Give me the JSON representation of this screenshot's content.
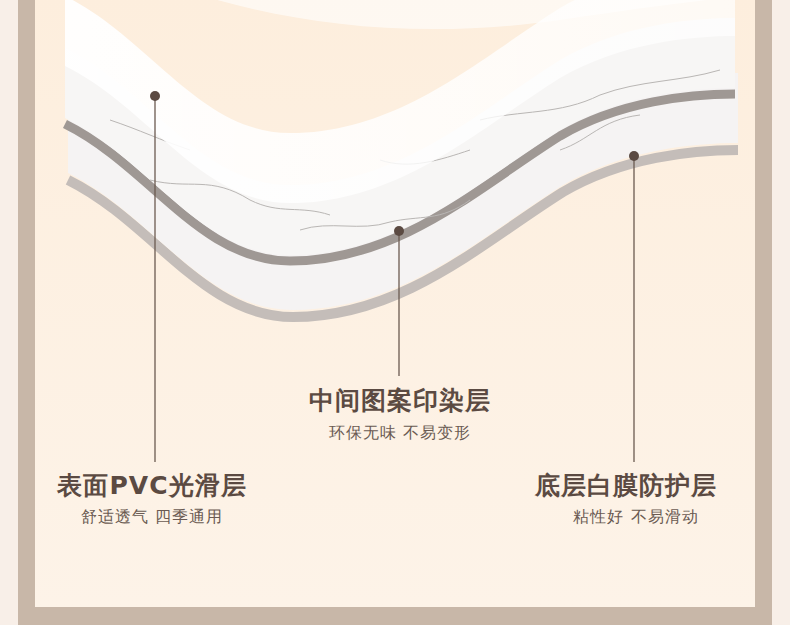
{
  "diagram": {
    "labels": [
      "中间图案印染层",
      "环保无味 不易变形",
      "表面PVC光滑层",
      "舒适透气 四季通用",
      "底层白膜防护层",
      "粘性好 不易滑动"
    ]
  }
}
